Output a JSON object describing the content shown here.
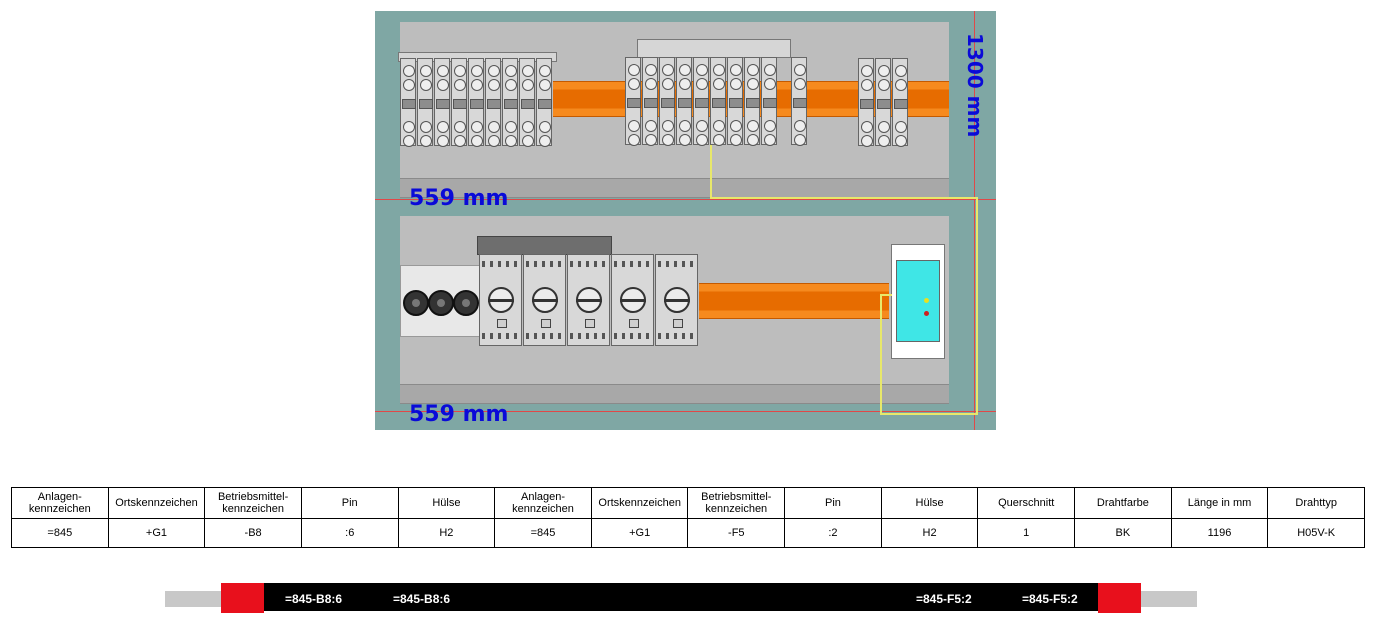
{
  "cabinet": {
    "dim_width_top": "559 mm",
    "dim_width_bottom": "559 mm",
    "dim_height": "1300 mm"
  },
  "table": {
    "headers": [
      "Anlagen-\nkennzeichen",
      "Ortskennzeichen",
      "Betriebsmittel-\nkennzeichen",
      "Pin",
      "Hülse",
      "Anlagen-\nkennzeichen",
      "Ortskennzeichen",
      "Betriebsmittel-\nkennzeichen",
      "Pin",
      "Hülse",
      "Querschnitt",
      "Drahtfarbe",
      "Länge in mm",
      "Drahttyp"
    ],
    "row": [
      "=845",
      "+G1",
      "-B8",
      ":6",
      "H2",
      "=845",
      "+G1",
      "-F5",
      ":2",
      "H2",
      "1",
      "BK",
      "1196",
      "H05V-K"
    ]
  },
  "marker": {
    "labels": [
      "=845-B8:6",
      "=845-B8:6",
      "=845-F5:2",
      "=845-F5:2"
    ]
  },
  "colors": {
    "ferrule": "#e8101c",
    "cable": "#000000",
    "rail": "#f68a1e",
    "wire": "#e8e86a",
    "dimension_text": "#0a0ad8"
  }
}
